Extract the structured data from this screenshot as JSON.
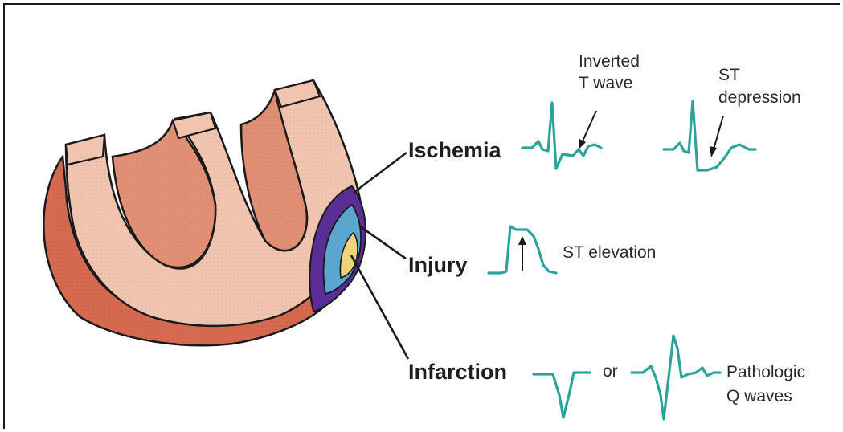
{
  "labels": {
    "ischemia": "Ischemia",
    "injury": "Injury",
    "infarction": "Infarction"
  },
  "annotations": {
    "inverted_t_line1": "Inverted",
    "inverted_t_line2": "T wave",
    "st_depression_line1": "ST",
    "st_depression_line2": "depression",
    "st_elevation": "ST elevation",
    "or": "or",
    "pathologic_line1": "Pathologic",
    "pathologic_line2": "Q waves"
  },
  "colors": {
    "myocardium_light": "#f1c4b0",
    "myocardium_dark": "#d66a50",
    "ischemia_zone": "#5b2d96",
    "injury_zone": "#5aa6cf",
    "infarction_zone": "#f2d27a",
    "ecg_trace": "#2aa39a"
  }
}
